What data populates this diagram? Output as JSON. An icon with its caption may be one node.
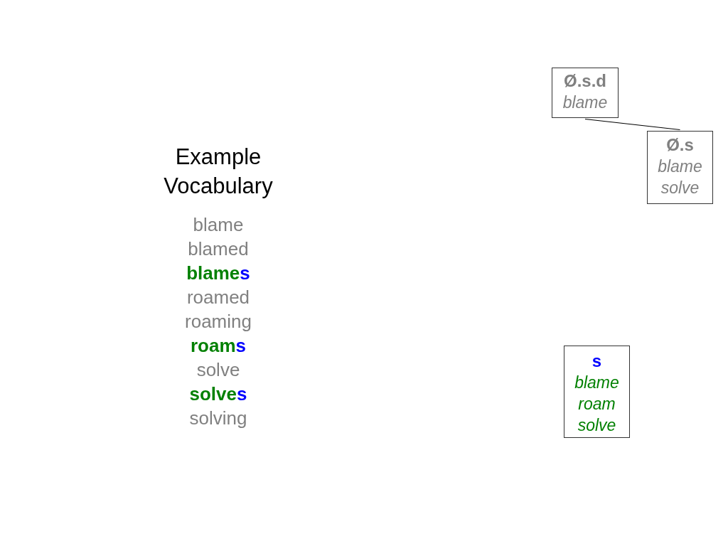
{
  "diagram": {
    "title": "Example Vocabulary",
    "nodes": [
      {
        "text": [
          "Ø.s.d",
          "blame"
        ]
      },
      {
        "text": [
          "Ø.s",
          "blame",
          "solve"
        ]
      },
      {
        "text": [
          "s",
          "blame",
          "roam",
          "solve"
        ]
      }
    ],
    "edges": [
      {
        "from": 0,
        "to": 1,
        "arrow": "none"
      }
    ],
    "labels": [
      "blame",
      "blamed",
      "blames",
      "roamed",
      "roaming",
      "roams",
      "solve",
      "solves",
      "solving"
    ]
  }
}
